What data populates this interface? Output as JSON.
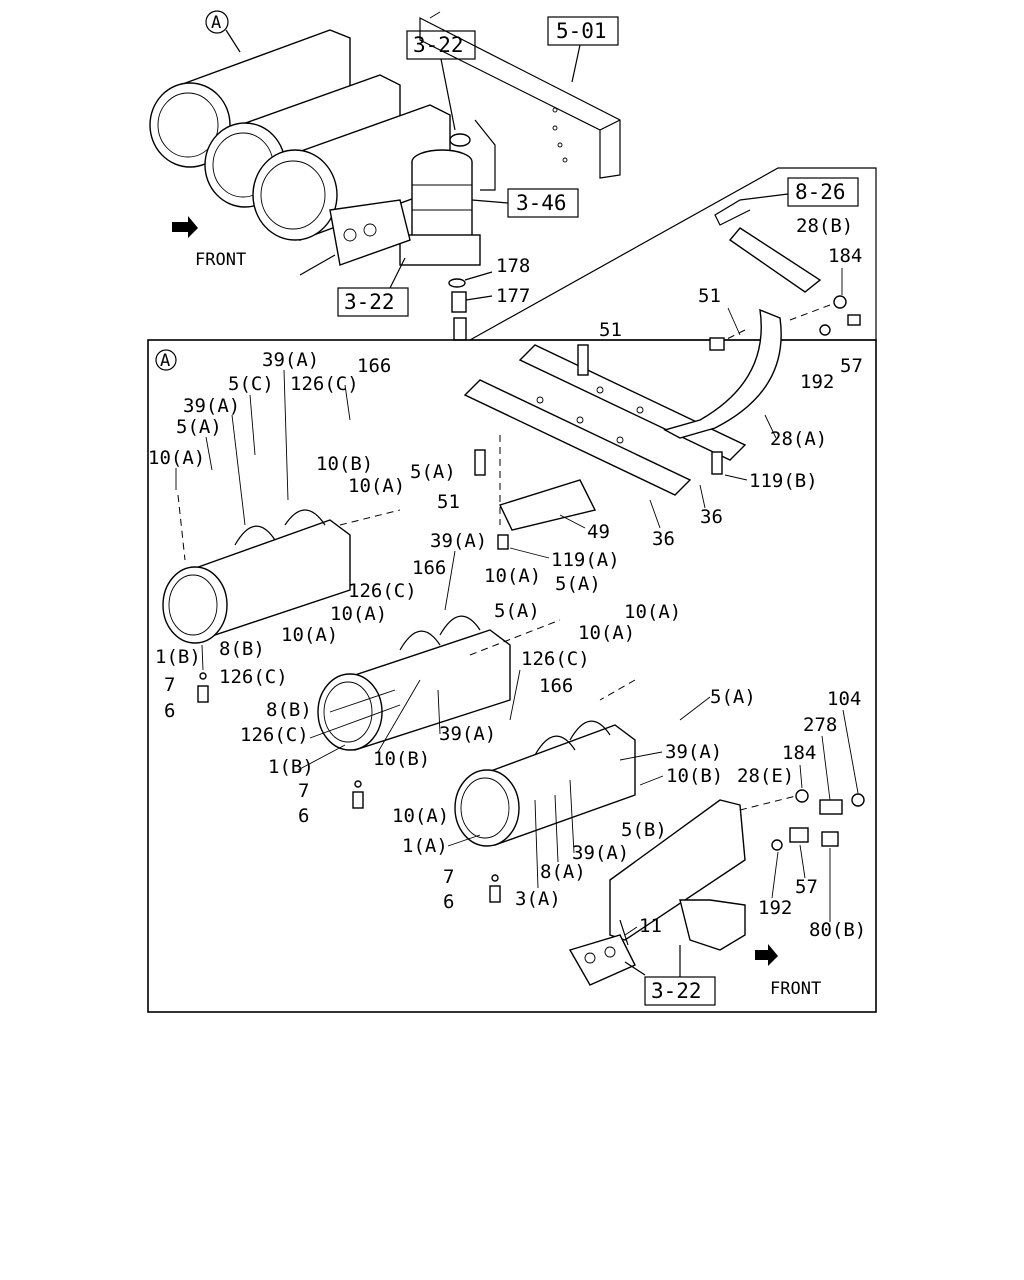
{
  "overview": {
    "circle_marker": "A",
    "ref_boxes": [
      "3-22",
      "5-01",
      "3-46",
      "8-26",
      "3-22",
      "3-22"
    ],
    "front_label": "FRONT",
    "labels": [
      "178",
      "177"
    ]
  },
  "detail": {
    "circle_marker": "A",
    "front_label": "FRONT",
    "labels": [
      "39(A)",
      "166",
      "5(C)",
      "126(C)",
      "39(A)",
      "5(A)",
      "10(A)",
      "10(B)",
      "5(A)",
      "10(A)",
      "51",
      "28(B)",
      "184",
      "51",
      "57",
      "192",
      "28(A)",
      "119(B)",
      "51",
      "36",
      "36",
      "49",
      "119(A)",
      "39(A)",
      "166",
      "10(A)",
      "126(C)",
      "10(A)",
      "10(A)",
      "5(A)",
      "5(A)",
      "10(A)",
      "10(A)",
      "1(B)",
      "8(B)",
      "126(C)",
      "7",
      "6",
      "126(C)",
      "166",
      "8(B)",
      "126(C)",
      "10(B)",
      "1(B)",
      "39(A)",
      "7",
      "6",
      "5(A)",
      "39(A)",
      "104",
      "278",
      "184",
      "10(B)",
      "28(E)",
      "10(A)",
      "5(B)",
      "1(A)",
      "39(A)",
      "8(A)",
      "57",
      "7",
      "6",
      "3(A)",
      "192",
      "11",
      "80(B)"
    ]
  }
}
